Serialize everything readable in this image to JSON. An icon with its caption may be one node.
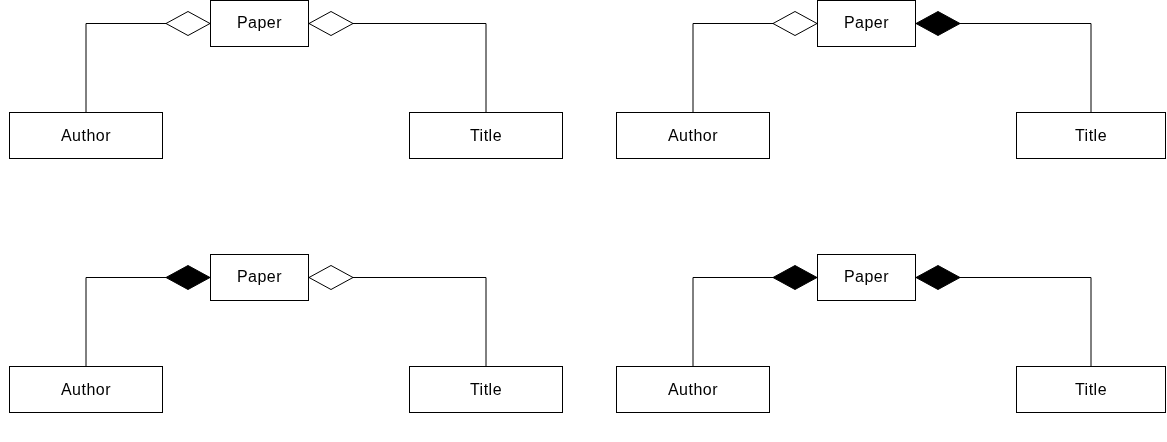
{
  "diagram": {
    "nodes": [
      {
        "text": [
          "Paper"
        ]
      },
      {
        "text": [
          "Author"
        ]
      },
      {
        "text": [
          "Title"
        ]
      },
      {
        "text": [
          "Paper"
        ]
      },
      {
        "text": [
          "Author"
        ]
      },
      {
        "text": [
          "Title"
        ]
      },
      {
        "text": [
          "Paper"
        ]
      },
      {
        "text": [
          "Author"
        ]
      },
      {
        "text": [
          "Title"
        ]
      },
      {
        "text": [
          "Paper"
        ]
      },
      {
        "text": [
          "Author"
        ]
      },
      {
        "text": [
          "Title"
        ]
      }
    ],
    "edges": [
      {
        "from": 1,
        "to": 0,
        "arrow": "other"
      },
      {
        "from": 2,
        "to": 0,
        "arrow": "other"
      },
      {
        "from": 4,
        "to": 3,
        "arrow": "other"
      },
      {
        "from": 5,
        "to": 3,
        "arrow": "other"
      },
      {
        "from": 7,
        "to": 6,
        "arrow": "other"
      },
      {
        "from": 8,
        "to": 6,
        "arrow": "other"
      },
      {
        "from": 10,
        "to": 9,
        "arrow": "other"
      },
      {
        "from": 11,
        "to": 9,
        "arrow": "other"
      }
    ]
  }
}
